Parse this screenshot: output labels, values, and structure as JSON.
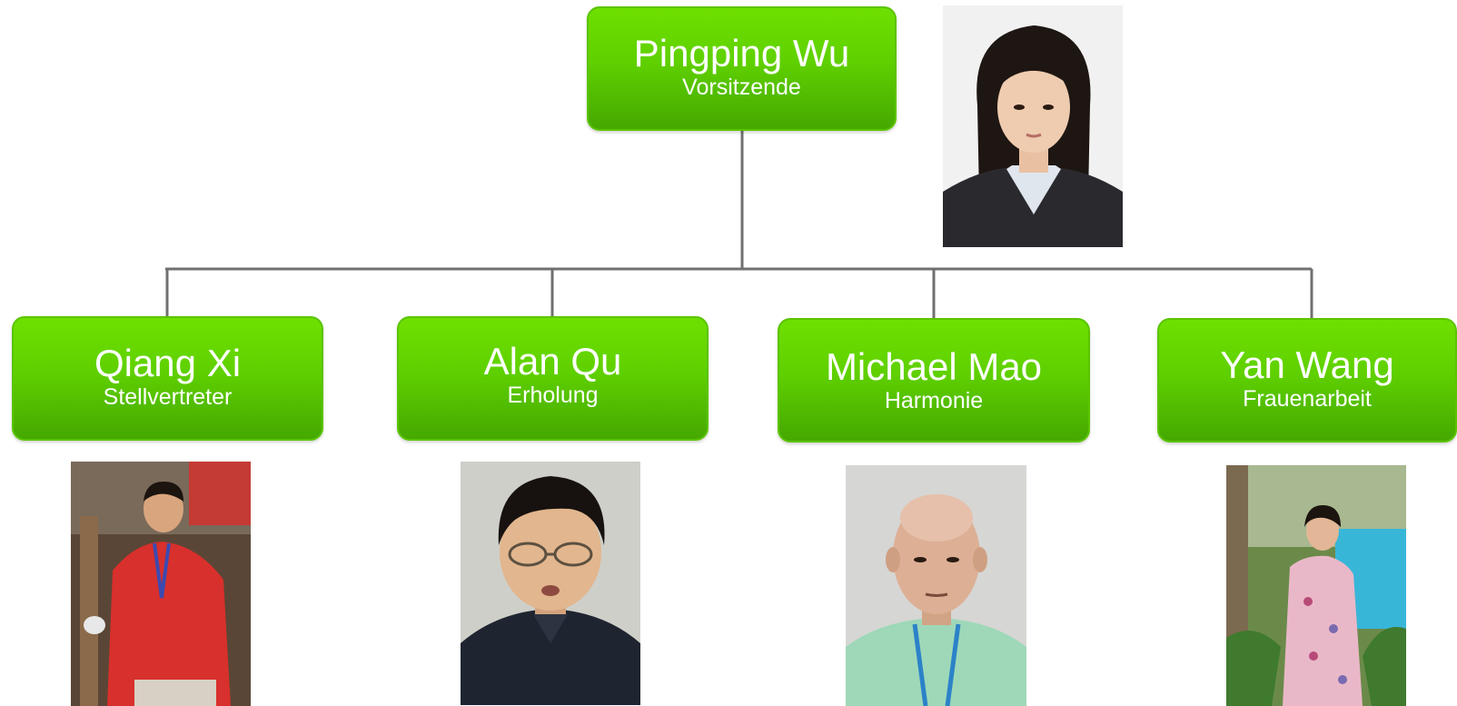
{
  "chair": {
    "name": "Pingping Wu",
    "role": "Vorsitzende"
  },
  "members": [
    {
      "name": "Qiang Xi",
      "role": "Stellvertreter"
    },
    {
      "name": "Alan Qu",
      "role": "Erholung"
    },
    {
      "name": "Michael Mao",
      "role": "Harmonie"
    },
    {
      "name": "Yan Wang",
      "role": "Frauenarbeit"
    }
  ],
  "colors": {
    "box_top": "#6ee000",
    "box_bottom": "#45a800",
    "connector": "#707070",
    "text": "#ffffff"
  }
}
